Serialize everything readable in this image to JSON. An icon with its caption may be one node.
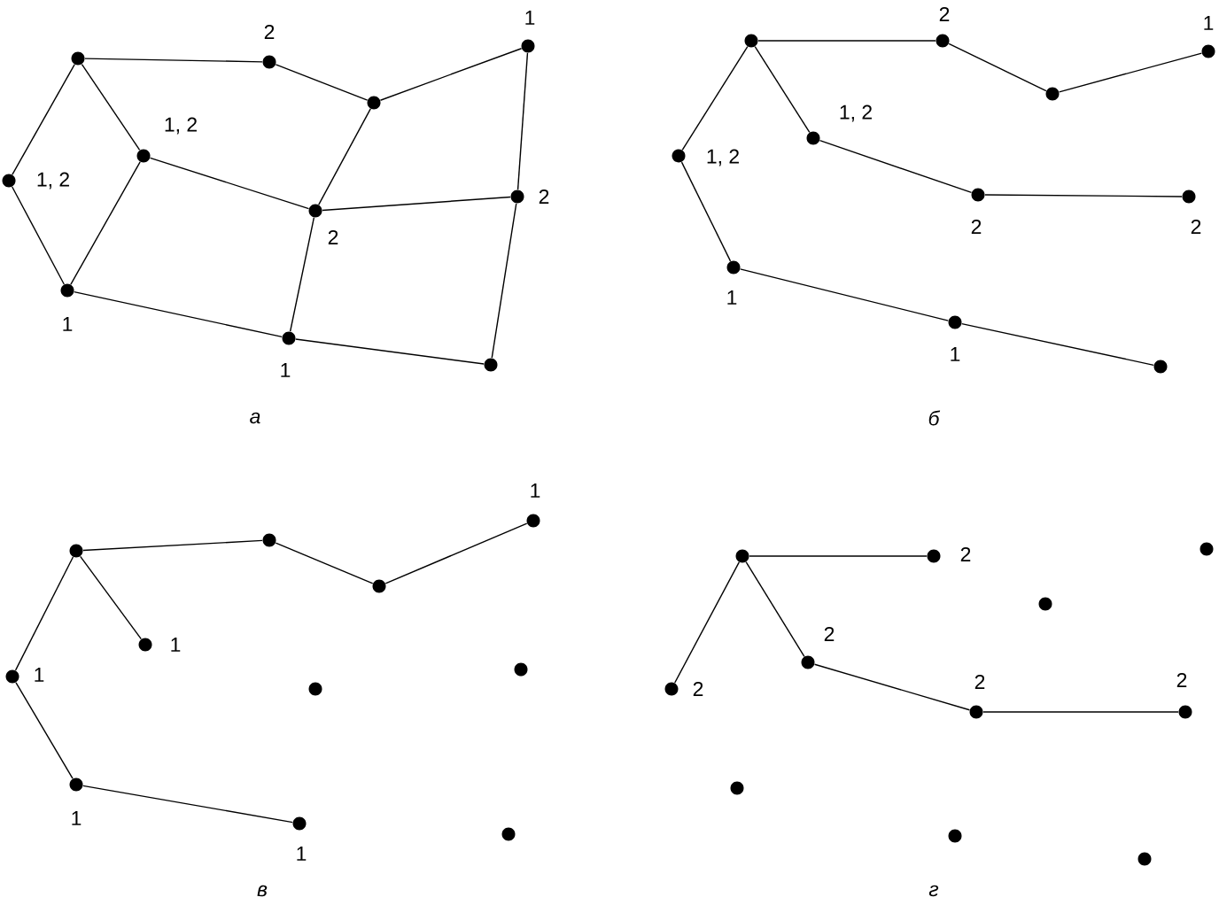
{
  "diagram": {
    "nodes": [
      {
        "text": [],
        "shape": "circle"
      },
      {
        "text": [],
        "shape": "circle",
        "beside": [
          "2"
        ]
      },
      {
        "text": [],
        "shape": "circle",
        "beside": [
          "1"
        ]
      },
      {
        "text": [],
        "shape": "circle",
        "beside": [
          "1, 2"
        ]
      },
      {
        "text": [],
        "shape": "circle",
        "beside": [
          "1, 2"
        ]
      },
      {
        "text": [],
        "shape": "circle"
      },
      {
        "text": [],
        "shape": "circle",
        "beside": [
          "2"
        ]
      },
      {
        "text": [],
        "shape": "circle",
        "beside": [
          "2"
        ]
      },
      {
        "text": [],
        "shape": "circle",
        "beside": [
          "1"
        ]
      },
      {
        "text": [],
        "shape": "circle",
        "beside": [
          "1"
        ]
      },
      {
        "text": [],
        "shape": "circle"
      },
      {
        "text": [],
        "shape": "circle"
      },
      {
        "text": [],
        "shape": "circle",
        "beside": [
          "2"
        ]
      },
      {
        "text": [],
        "shape": "circle"
      },
      {
        "text": [],
        "shape": "circle",
        "beside": [
          "1"
        ]
      },
      {
        "text": [],
        "shape": "circle",
        "beside": [
          "1, 2"
        ]
      },
      {
        "text": [],
        "shape": "circle",
        "beside": [
          "1, 2"
        ]
      },
      {
        "text": [],
        "shape": "circle",
        "beside": [
          "2"
        ]
      },
      {
        "text": [],
        "shape": "circle",
        "beside": [
          "2"
        ]
      },
      {
        "text": [],
        "shape": "circle",
        "beside": [
          "1"
        ]
      },
      {
        "text": [],
        "shape": "circle",
        "beside": [
          "1"
        ]
      },
      {
        "text": [],
        "shape": "circle"
      },
      {
        "text": [],
        "shape": "circle"
      },
      {
        "text": [],
        "shape": "circle"
      },
      {
        "text": [],
        "shape": "circle"
      },
      {
        "text": [],
        "shape": "circle",
        "beside": [
          "1"
        ]
      },
      {
        "text": [],
        "shape": "circle",
        "beside": [
          "1"
        ]
      },
      {
        "text": [],
        "shape": "circle",
        "beside": [
          "1"
        ]
      },
      {
        "text": [],
        "shape": "circle"
      },
      {
        "text": [],
        "shape": "circle"
      },
      {
        "text": [],
        "shape": "circle",
        "beside": [
          "1"
        ]
      },
      {
        "text": [],
        "shape": "circle",
        "beside": [
          "1"
        ]
      },
      {
        "text": [],
        "shape": "circle"
      },
      {
        "text": [],
        "shape": "circle"
      },
      {
        "text": [],
        "shape": "circle",
        "beside": [
          "2"
        ]
      },
      {
        "text": [],
        "shape": "circle"
      },
      {
        "text": [],
        "shape": "circle"
      },
      {
        "text": [],
        "shape": "circle",
        "beside": [
          "2"
        ]
      },
      {
        "text": [],
        "shape": "circle",
        "beside": [
          "2"
        ]
      },
      {
        "text": [],
        "shape": "circle"
      },
      {
        "text": [],
        "shape": "circle",
        "beside": [
          "2"
        ]
      },
      {
        "text": [],
        "shape": "circle"
      },
      {
        "text": [],
        "shape": "circle"
      },
      {
        "text": [],
        "shape": "circle",
        "beside": [
          "2"
        ]
      }
    ],
    "edges": [
      {
        "from": 0,
        "to": 1,
        "arrow": "none"
      },
      {
        "from": 1,
        "to": 5,
        "arrow": "none"
      },
      {
        "from": 5,
        "to": 2,
        "arrow": "none"
      },
      {
        "from": 2,
        "to": 7,
        "arrow": "none"
      },
      {
        "from": 0,
        "to": 3,
        "arrow": "none"
      },
      {
        "from": 0,
        "to": 4,
        "arrow": "none"
      },
      {
        "from": 3,
        "to": 8,
        "arrow": "none"
      },
      {
        "from": 4,
        "to": 8,
        "arrow": "none"
      },
      {
        "from": 4,
        "to": 6,
        "arrow": "none"
      },
      {
        "from": 5,
        "to": 6,
        "arrow": "none"
      },
      {
        "from": 6,
        "to": 7,
        "arrow": "none"
      },
      {
        "from": 6,
        "to": 9,
        "arrow": "none"
      },
      {
        "from": 8,
        "to": 9,
        "arrow": "none"
      },
      {
        "from": 9,
        "to": 10,
        "arrow": "none"
      },
      {
        "from": 7,
        "to": 10,
        "arrow": "none"
      },
      {
        "from": 11,
        "to": 12,
        "arrow": "none"
      },
      {
        "from": 12,
        "to": 13,
        "arrow": "none"
      },
      {
        "from": 13,
        "to": 14,
        "arrow": "none"
      },
      {
        "from": 11,
        "to": 15,
        "arrow": "none"
      },
      {
        "from": 11,
        "to": 16,
        "arrow": "none"
      },
      {
        "from": 16,
        "to": 17,
        "arrow": "none"
      },
      {
        "from": 17,
        "to": 18,
        "arrow": "none"
      },
      {
        "from": 15,
        "to": 19,
        "arrow": "none"
      },
      {
        "from": 19,
        "to": 20,
        "arrow": "none"
      },
      {
        "from": 20,
        "to": 21,
        "arrow": "none"
      },
      {
        "from": 22,
        "to": 23,
        "arrow": "none"
      },
      {
        "from": 23,
        "to": 24,
        "arrow": "none"
      },
      {
        "from": 24,
        "to": 25,
        "arrow": "none"
      },
      {
        "from": 22,
        "to": 27,
        "arrow": "none"
      },
      {
        "from": 22,
        "to": 26,
        "arrow": "none"
      },
      {
        "from": 26,
        "to": 30,
        "arrow": "none"
      },
      {
        "from": 30,
        "to": 31,
        "arrow": "none"
      },
      {
        "from": 33,
        "to": 34,
        "arrow": "none"
      },
      {
        "from": 33,
        "to": 37,
        "arrow": "none"
      },
      {
        "from": 33,
        "to": 38,
        "arrow": "none"
      },
      {
        "from": 38,
        "to": 40,
        "arrow": "none"
      },
      {
        "from": 40,
        "to": 43,
        "arrow": "none"
      }
    ],
    "labels": [
      "а",
      "б",
      "в",
      "г"
    ]
  }
}
